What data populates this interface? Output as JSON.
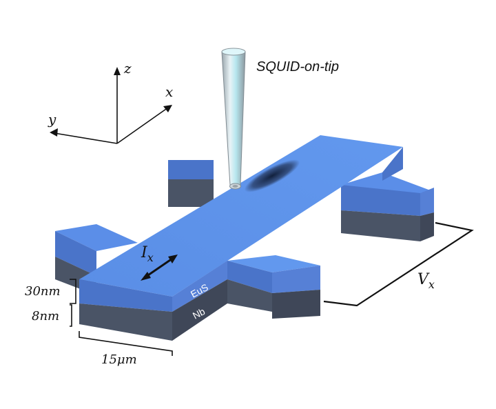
{
  "tip_label": "SQUID-on-tip",
  "axes": {
    "z": "z",
    "x": "x",
    "y": "y"
  },
  "current_label": {
    "base": "I",
    "sub": "x"
  },
  "voltage_label": {
    "base": "V",
    "sub": "x"
  },
  "layers": {
    "top": "EuS",
    "bottom": "Nb"
  },
  "dimensions": {
    "eus_thickness": "30nm",
    "nb_thickness": "8nm",
    "width": "15μm"
  },
  "colors": {
    "eus_top": "#5b8ee8",
    "eus_side": "#4a74c9",
    "nb_side": "#4a5466",
    "nb_side_dark": "#3f4758",
    "tip": "#b8c2c8",
    "tip_light": "#e8f8fb"
  }
}
